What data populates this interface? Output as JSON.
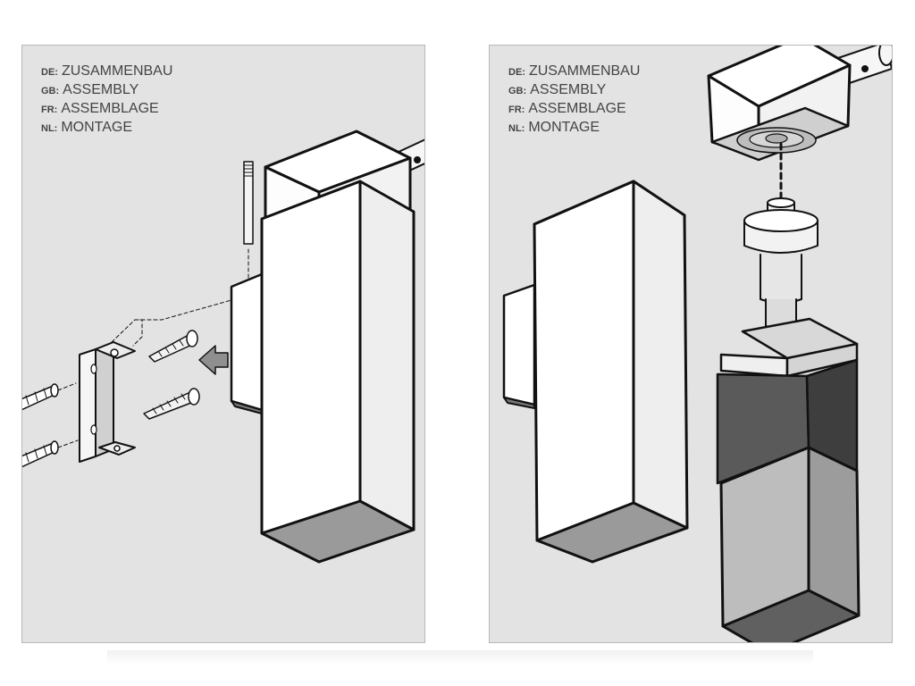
{
  "panels": [
    {
      "labels": [
        {
          "code": "DE:",
          "text": "ZUSAMMENBAU"
        },
        {
          "code": "GB:",
          "text": "ASSEMBLY"
        },
        {
          "code": "FR:",
          "text": "ASSEMBLAGE"
        },
        {
          "code": "NL:",
          "text": "MONTAGE"
        }
      ]
    },
    {
      "labels": [
        {
          "code": "DE:",
          "text": "ZUSAMMENBAU"
        },
        {
          "code": "GB:",
          "text": "ASSEMBLY"
        },
        {
          "code": "FR:",
          "text": "ASSEMBLAGE"
        },
        {
          "code": "NL:",
          "text": "MONTAGE"
        }
      ]
    }
  ],
  "colors": {
    "panel_bg": "#e3e3e3",
    "stroke": "#111111",
    "face_light": "#ffffff",
    "face_side": "#eeeeee",
    "face_dark": "#9a9a9a",
    "rubber_band": "#555555"
  },
  "icons": [
    "push-arrow-icon",
    "screw-icon",
    "wall-plug-icon",
    "mounting-bracket-icon",
    "threaded-rod-icon"
  ]
}
